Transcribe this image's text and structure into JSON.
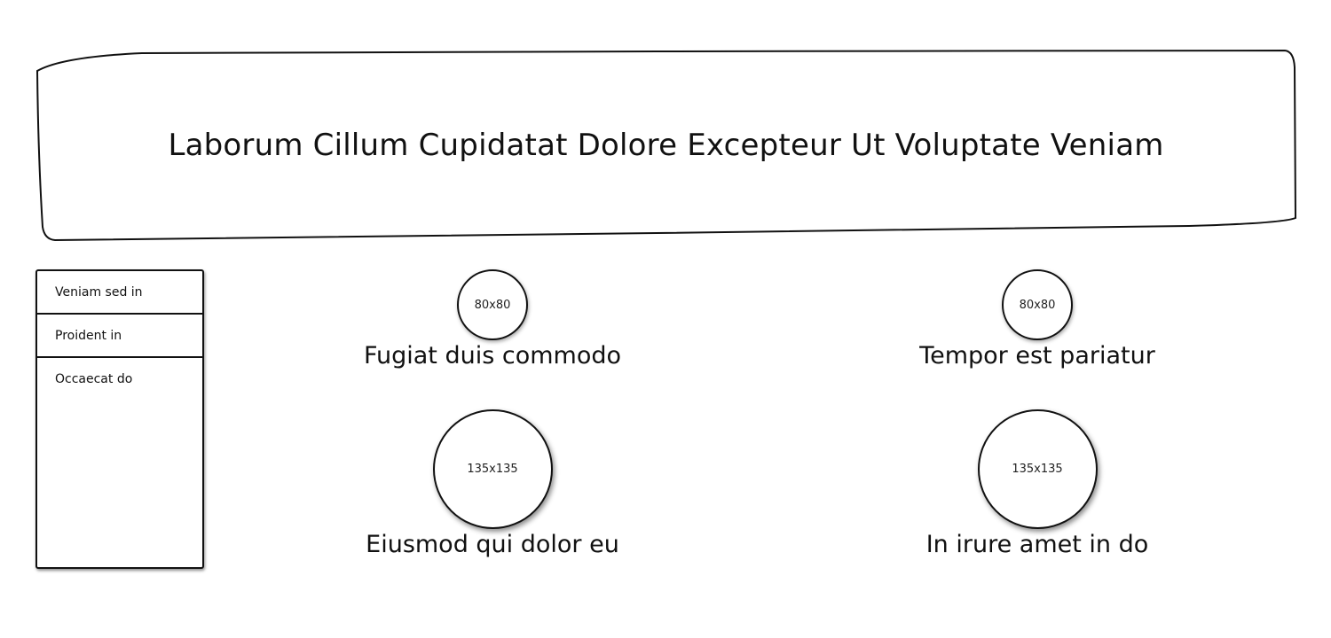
{
  "banner": {
    "title": "Laborum Cillum Cupidatat Dolore Excepteur Ut Voluptate Veniam"
  },
  "sidebar": {
    "items": [
      {
        "label": "Veniam sed in"
      },
      {
        "label": "Proident in"
      },
      {
        "label": "Occaecat do"
      }
    ]
  },
  "tiles": [
    {
      "image_label": "80x80",
      "caption": "Fugiat duis commodo"
    },
    {
      "image_label": "80x80",
      "caption": "Tempor est pariatur"
    },
    {
      "image_label": "135x135",
      "caption": "Eiusmod qui dolor eu"
    },
    {
      "image_label": "135x135",
      "caption": "In irure amet in do"
    }
  ]
}
